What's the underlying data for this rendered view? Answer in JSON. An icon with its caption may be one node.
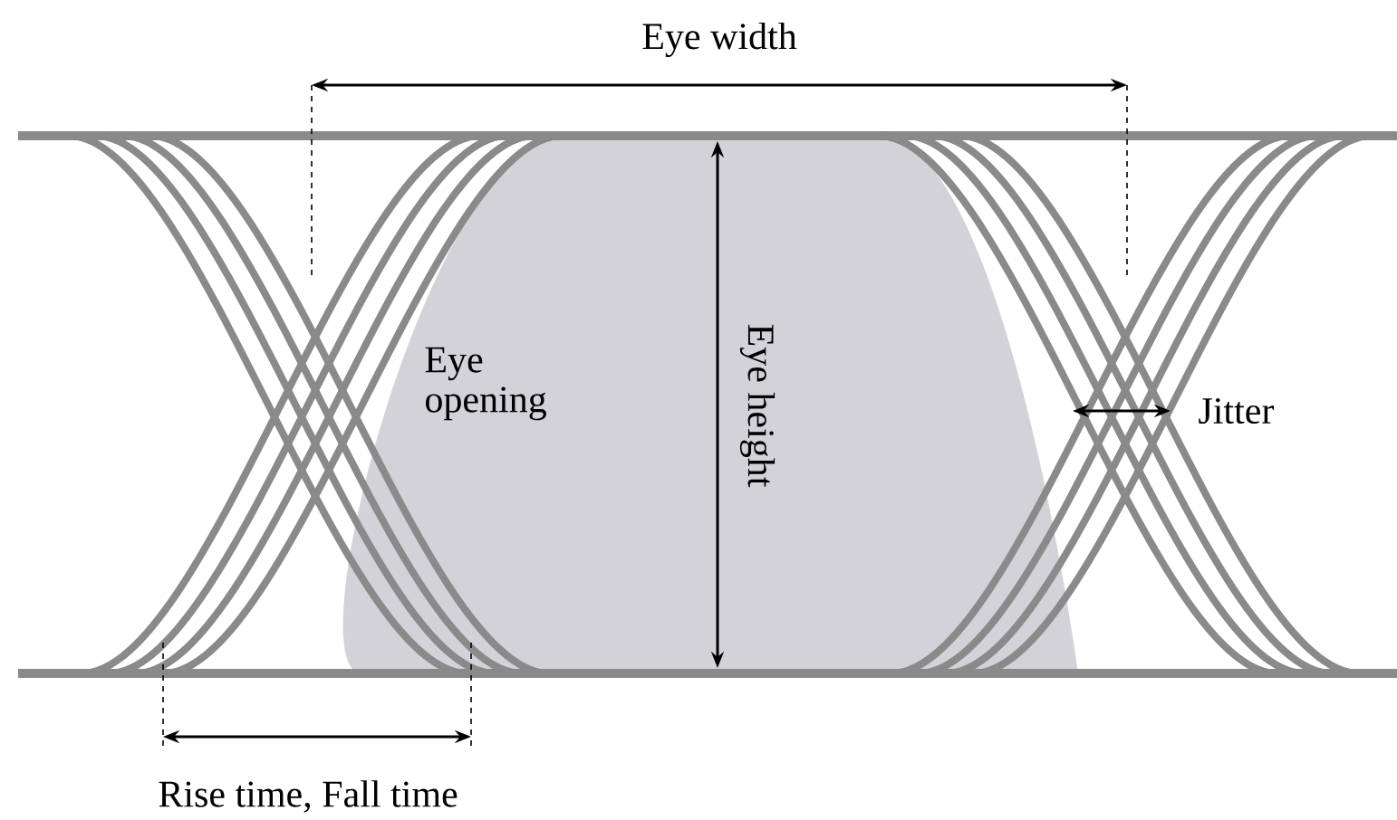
{
  "diagram": {
    "labels": [
      "Eye width",
      "Eye opening",
      "Eye height",
      "Jitter",
      "Rise time, Fall time"
    ]
  }
}
